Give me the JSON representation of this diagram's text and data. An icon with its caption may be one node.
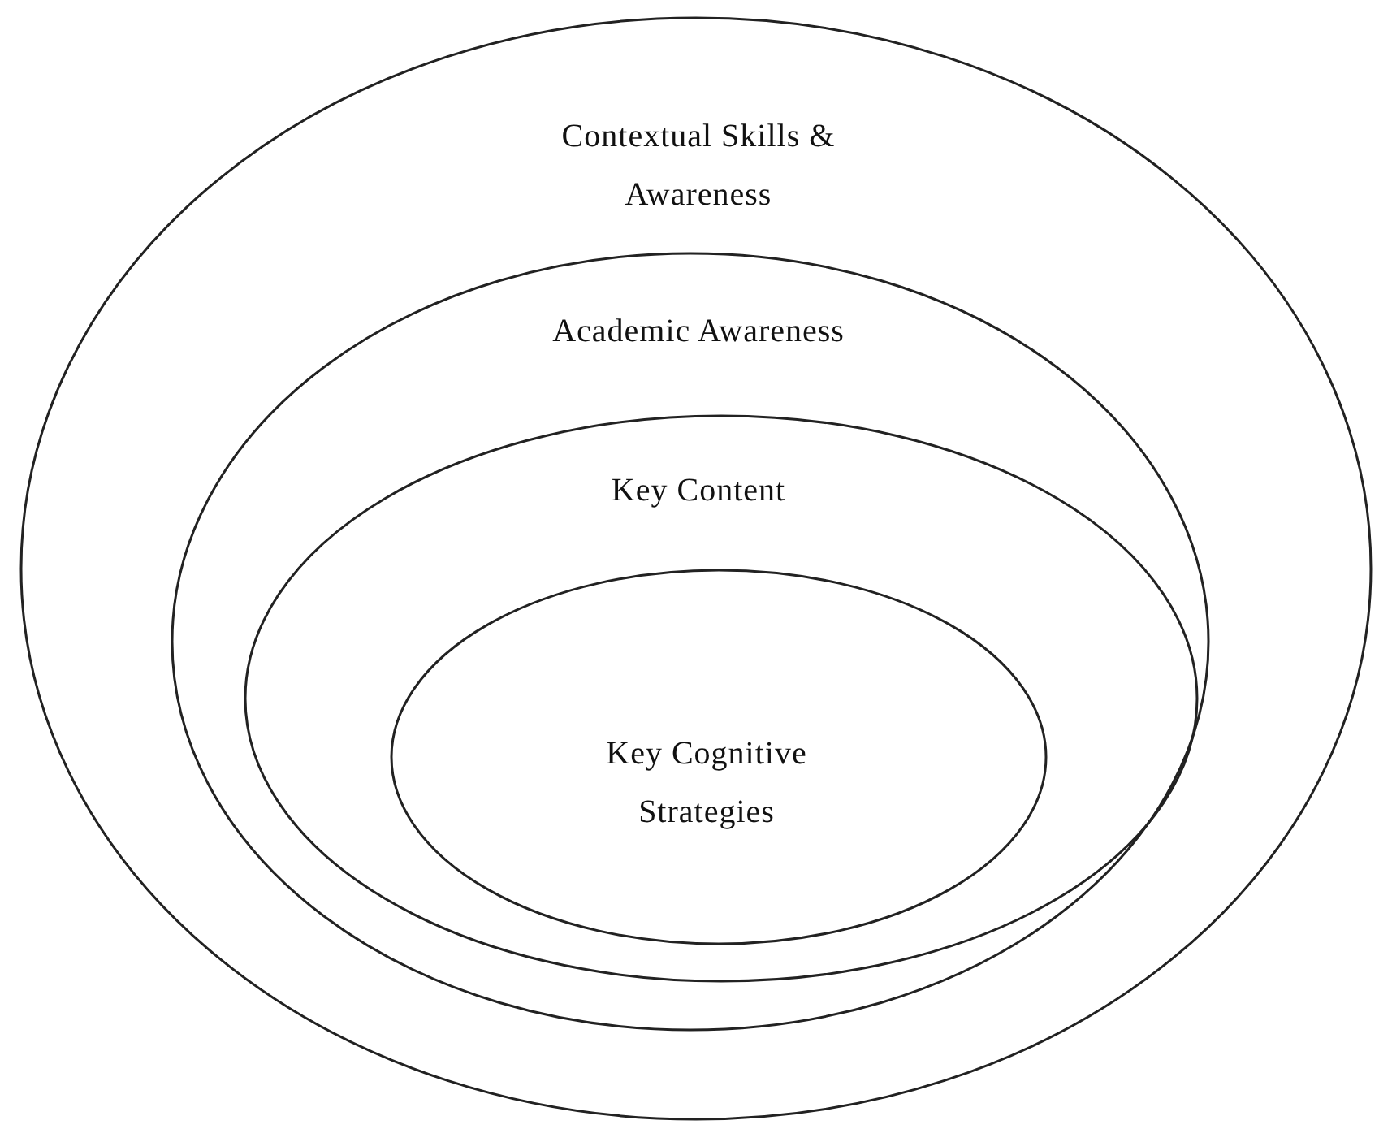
{
  "diagram": {
    "nodes": [
      {
        "text": [
          "Contextual Skills & Awareness"
        ]
      },
      {
        "text": [
          "Academic Awareness"
        ],
        "in": 0
      },
      {
        "text": [
          "Key Content"
        ],
        "in": 1
      },
      {
        "text": [
          "Key Cognitive Strategies"
        ],
        "in": 2
      }
    ]
  }
}
